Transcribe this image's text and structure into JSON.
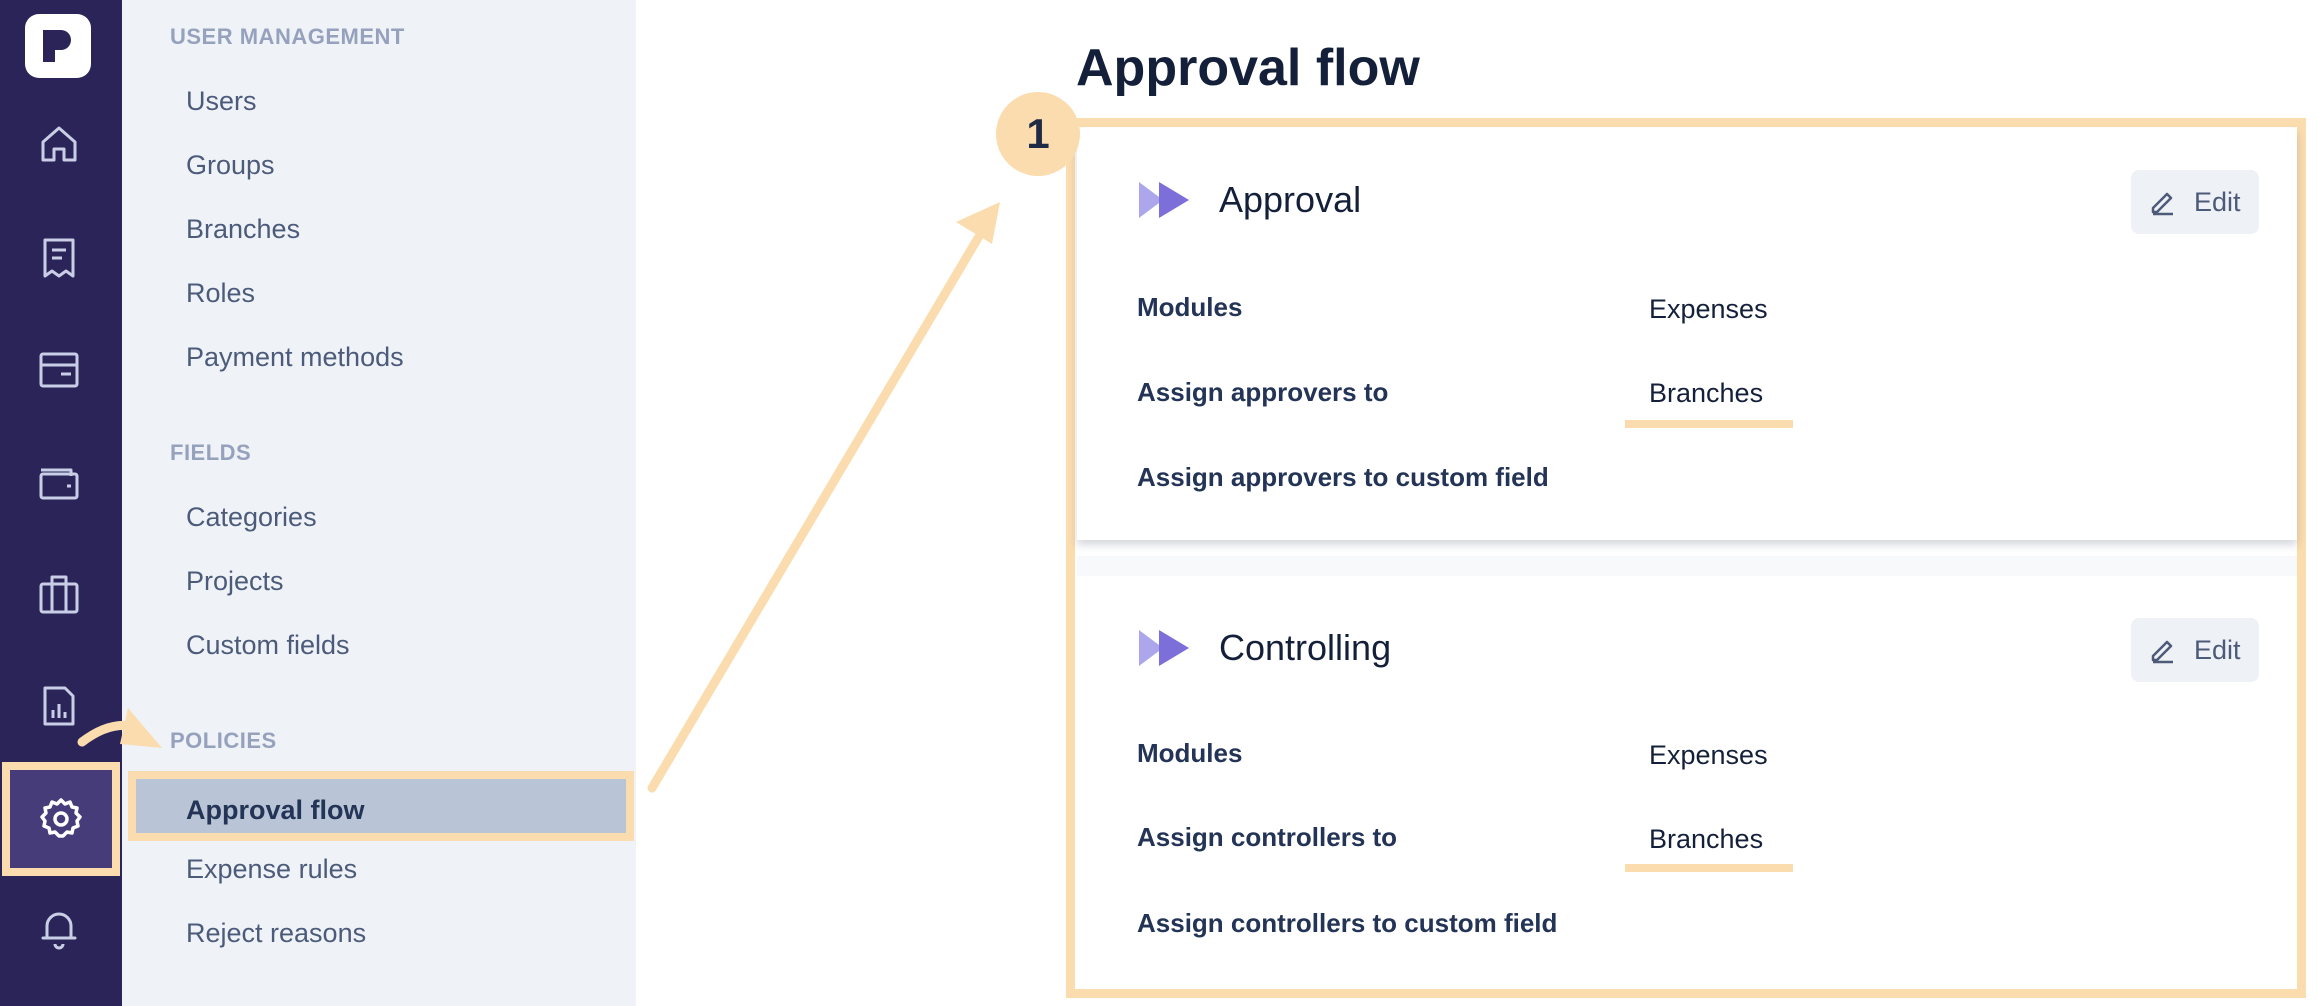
{
  "rail": {
    "items": [
      "home-icon",
      "receipt-icon",
      "card-icon",
      "wallet-icon",
      "briefcase-icon",
      "report-icon",
      "settings-icon",
      "bell-icon"
    ],
    "active": "settings-icon"
  },
  "sidebar": {
    "sections": [
      {
        "heading": "USER MANAGEMENT",
        "items": [
          "Users",
          "Groups",
          "Branches",
          "Roles",
          "Payment methods"
        ]
      },
      {
        "heading": "FIELDS",
        "items": [
          "Categories",
          "Projects",
          "Custom fields"
        ]
      },
      {
        "heading": "POLICIES",
        "items": [
          "Approval flow",
          "Expense rules",
          "Reject reasons"
        ]
      }
    ],
    "active_item": "Approval flow"
  },
  "annotation": {
    "step": "1",
    "color": "#fadcae"
  },
  "main": {
    "title": "Approval flow",
    "cards": [
      {
        "title": "Approval",
        "edit_label": "Edit",
        "fields": [
          {
            "label": "Modules",
            "value": "Expenses"
          },
          {
            "label": "Assign approvers to",
            "value": "Branches"
          },
          {
            "label": "Assign approvers to custom field",
            "value": ""
          }
        ]
      },
      {
        "title": "Controlling",
        "edit_label": "Edit",
        "fields": [
          {
            "label": "Modules",
            "value": "Expenses"
          },
          {
            "label": "Assign controllers to",
            "value": "Branches"
          },
          {
            "label": "Assign controllers to custom field",
            "value": ""
          }
        ]
      }
    ]
  },
  "colors": {
    "rail": "#2b2458",
    "sidebar": "#eff3f8",
    "highlight": "#fadcae",
    "accent": "#7c6fd9"
  }
}
